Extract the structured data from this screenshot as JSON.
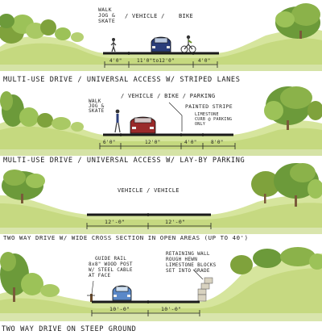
{
  "sections": [
    {
      "labels": {
        "pedestrian": [
          "WALK",
          "JOG &",
          "SKATE"
        ],
        "vehicle": "/ VEHICLE /",
        "bike": "BIKE"
      },
      "dims": [
        "4'0\"",
        "11'0\"to12'0\"",
        "4'0\""
      ],
      "caption": "MULTI-USE DRIVE / UNIVERSAL ACCESS W/ STRIPED LANES"
    },
    {
      "labels": {
        "pedestrian": [
          "WALK",
          "JOG &",
          "SKATE"
        ],
        "vehicle": "/ VEHICLE / BIKE / PARKING",
        "note": [
          "PAINTED STRIPE",
          "LIMESTONE",
          "CURB @ PARKING",
          "ONLY"
        ]
      },
      "dims": [
        "6'0\"",
        "12'0\"",
        "4'0\"",
        "8'0\""
      ],
      "caption": "MULTI-USE DRIVE / UNIVERSAL ACCESS W/ LAY-BY PARKING"
    },
    {
      "labels": {
        "vehicle": "VEHICLE / VEHICLE"
      },
      "dims": [
        "12'-0\"",
        "12'-0\""
      ],
      "caption": "TWO WAY DRIVE W/ WIDE CROSS SECTION IN OPEN AREAS (UP TO 40')"
    },
    {
      "labels": {
        "guide": [
          "GUIDE RAIL",
          "8x8\" WOOD POST",
          "W/ STEEL CABLE",
          "AT FACE"
        ],
        "retaining": [
          "RETAINING WALL",
          "ROUGH HEWN",
          "LIMESTONE BLOCKS",
          "SET INTO GRADE"
        ]
      },
      "dims": [
        "10'-0\"",
        "10'-0\""
      ],
      "caption": "TWO WAY DRIVE ON STEEP GROUND"
    }
  ],
  "colors": {
    "grass": "#b9d06a",
    "grass_dark": "#7fa23c",
    "tree": "#6c9a3a",
    "tree_light": "#9cc258",
    "trunk": "#7a5a3a",
    "road": "#1a1a1a",
    "car": "#2a3d7a",
    "car_red": "#9a2a2a",
    "ink": "#1e1e1e"
  }
}
